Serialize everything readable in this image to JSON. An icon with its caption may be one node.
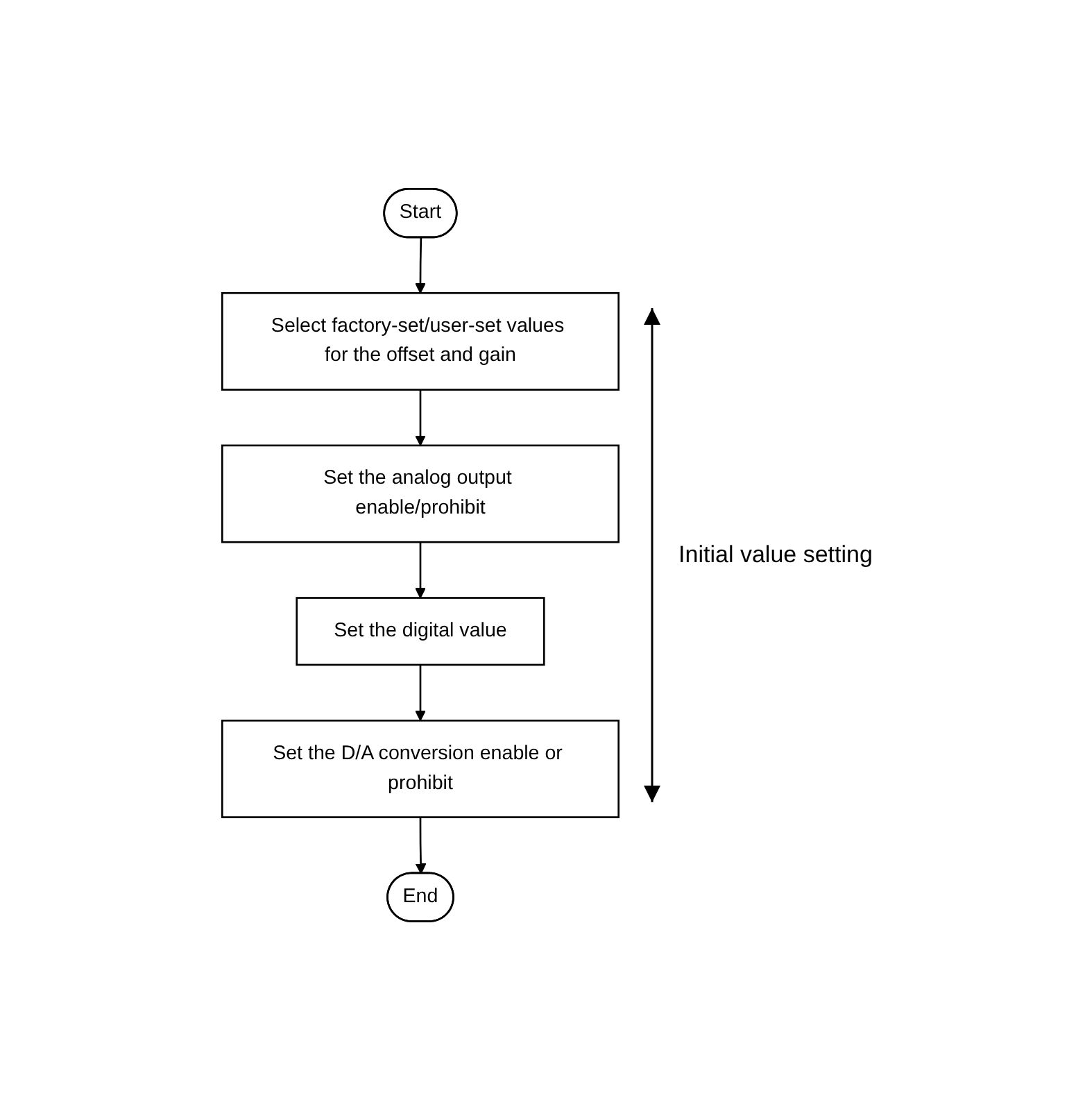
{
  "diagram": {
    "nodes": [
      {
        "text": [
          "Start"
        ]
      },
      {
        "text": [
          "Select factory-set/user-set values for the offset and gain"
        ]
      },
      {
        "text": [
          "Set the analog output enable/prohibit"
        ]
      },
      {
        "text": [
          "Set the digital value"
        ]
      },
      {
        "text": [
          "Set the D/A conversion enable or prohibit"
        ]
      },
      {
        "text": [
          "End"
        ]
      }
    ],
    "edges": [
      {
        "from": 0,
        "to": 1,
        "arrow": "to"
      },
      {
        "from": 1,
        "to": 2,
        "arrow": "to"
      },
      {
        "from": 2,
        "to": 3,
        "arrow": "to"
      },
      {
        "from": 3,
        "to": 4,
        "arrow": "to"
      },
      {
        "from": 4,
        "to": 5,
        "arrow": "to"
      }
    ],
    "labels": [
      "Initial value setting"
    ]
  }
}
